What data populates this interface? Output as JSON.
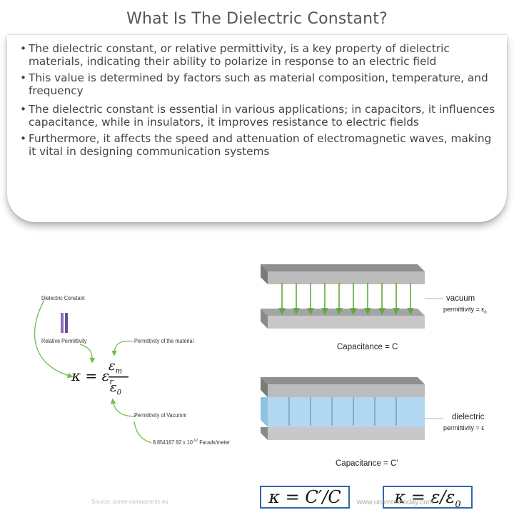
{
  "title": "What Is The Dielectric Constant?",
  "bullets": [
    "The dielectric constant, or relative permittivity, is a key property of dielectric materials, indicating their ability to polarize in response to an electric field",
    "This value is determined by factors such as material composition, temperature, and frequency",
    "The dielectric constant is essential in various applications; in capacitors, it influences capacitance, while in insulators, it improves resistance to electric fields",
    "Furthermore, it affects the speed and attenuation of electromagnetic waves, making it vital in designing communication systems"
  ],
  "bullet_symbol": "•",
  "left_diagram": {
    "label_dielectric_constant": "Dielectric Constant",
    "label_relative_permittivity": "Relative Permittivity",
    "label_permittivity_material": "Permittivity of the material",
    "label_permittivity_vacuum": "Permittivity of Vacumm",
    "label_vacuum_value": "8.854187 82 x 10",
    "label_vacuum_exp": "-12",
    "label_vacuum_unit": " Farads/meter",
    "formula_lhs": "κ = ε",
    "formula_lhs_sub": "r",
    "formula_eq": "=",
    "formula_num": "ε",
    "formula_num_sub": "m",
    "formula_den": "ε",
    "formula_den_sub": "0",
    "source": "Source: poree-components.eu",
    "arrow_color": "#6cbf4a"
  },
  "right_diagram": {
    "vacuum_label": "vacuum",
    "vacuum_perm": "permittivity = ε",
    "vacuum_perm_sub": "0",
    "capacitance_top": "Capacitance = C",
    "dielectric_label": "dielectric",
    "dielectric_perm": "permittivity = ε",
    "capacitance_bottom": "Capacitance = C'",
    "formula1": "κ = C′/C",
    "formula2_main": "κ = ε/ε",
    "formula2_sub": "0",
    "watermark": "www.universetoday.com",
    "arrow_color": "#5fa83b",
    "dielectric_color": "#a8d4ee"
  }
}
